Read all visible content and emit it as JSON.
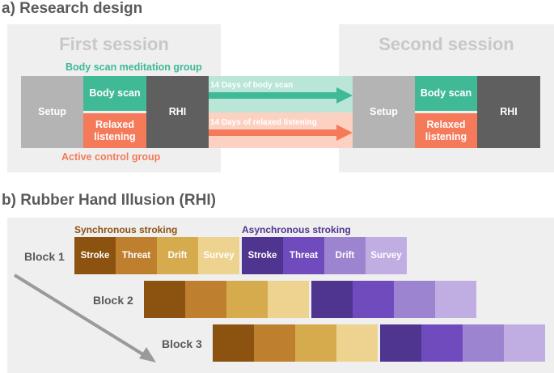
{
  "section_a": {
    "title": "a) Research design",
    "first_session": {
      "title": "First session",
      "setup": "Setup",
      "body_scan": "Body scan",
      "relaxed_listening": "Relaxed listening",
      "rhi": "RHI"
    },
    "second_session": {
      "title": "Second session",
      "setup": "Setup",
      "body_scan": "Body scan",
      "relaxed_listening": "Relaxed listening",
      "rhi": "RHI"
    },
    "groups": {
      "meditation": "Body scan meditation group",
      "control": "Active control group"
    },
    "arrows": {
      "meditation": "14 Days of body scan",
      "control": "14 Days of relaxed listening"
    }
  },
  "section_b": {
    "title": "b) Rubber Hand Illusion (RHI)",
    "synchronous_label": "Synchronous stroking",
    "asynchronous_label": "Asynchronous stroking",
    "blocks": [
      "Block 1",
      "Block 2",
      "Block 3"
    ],
    "synchronous_cells": [
      "Stroke",
      "Threat",
      "Drift",
      "Survey"
    ],
    "asynchronous_cells": [
      "Stroke",
      "Threat",
      "Drift",
      "Survey"
    ]
  },
  "colors": {
    "meditation_green": "#3fb996",
    "control_orange": "#f47a5a",
    "setup_gray": "#b4b4b4",
    "rhi_dark": "#5f5f5f",
    "sync": [
      "#8c520f",
      "#be7f2f",
      "#d5ab4e",
      "#edd38f"
    ],
    "async": [
      "#4f3590",
      "#6f4bbd",
      "#9d84d0",
      "#c0aee2"
    ]
  }
}
